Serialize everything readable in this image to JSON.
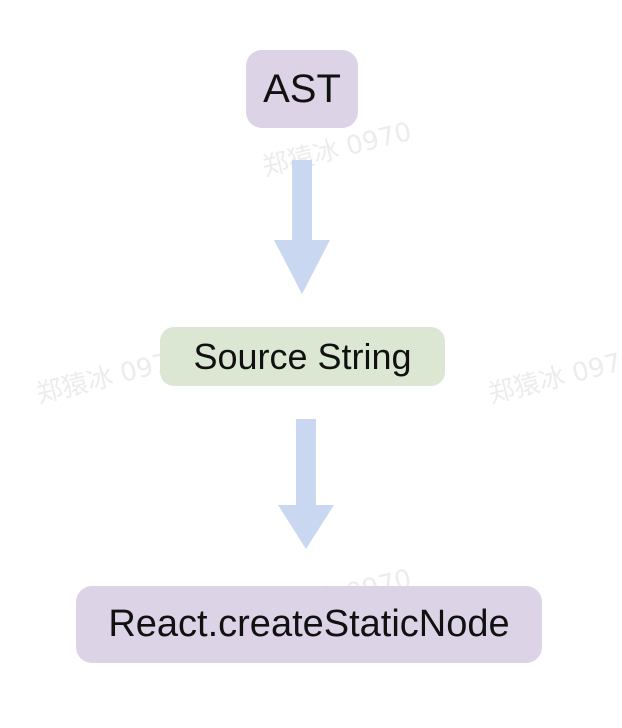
{
  "diagram": {
    "nodes": [
      {
        "label": "AST",
        "color": "#dcd3e7"
      },
      {
        "label": "Source String",
        "color": "#dce7d3"
      },
      {
        "label": "React.createStaticNode",
        "color": "#dcd3e7"
      }
    ],
    "arrow_color": "#c9d8f0",
    "watermark": "郑猿冰 0970"
  }
}
